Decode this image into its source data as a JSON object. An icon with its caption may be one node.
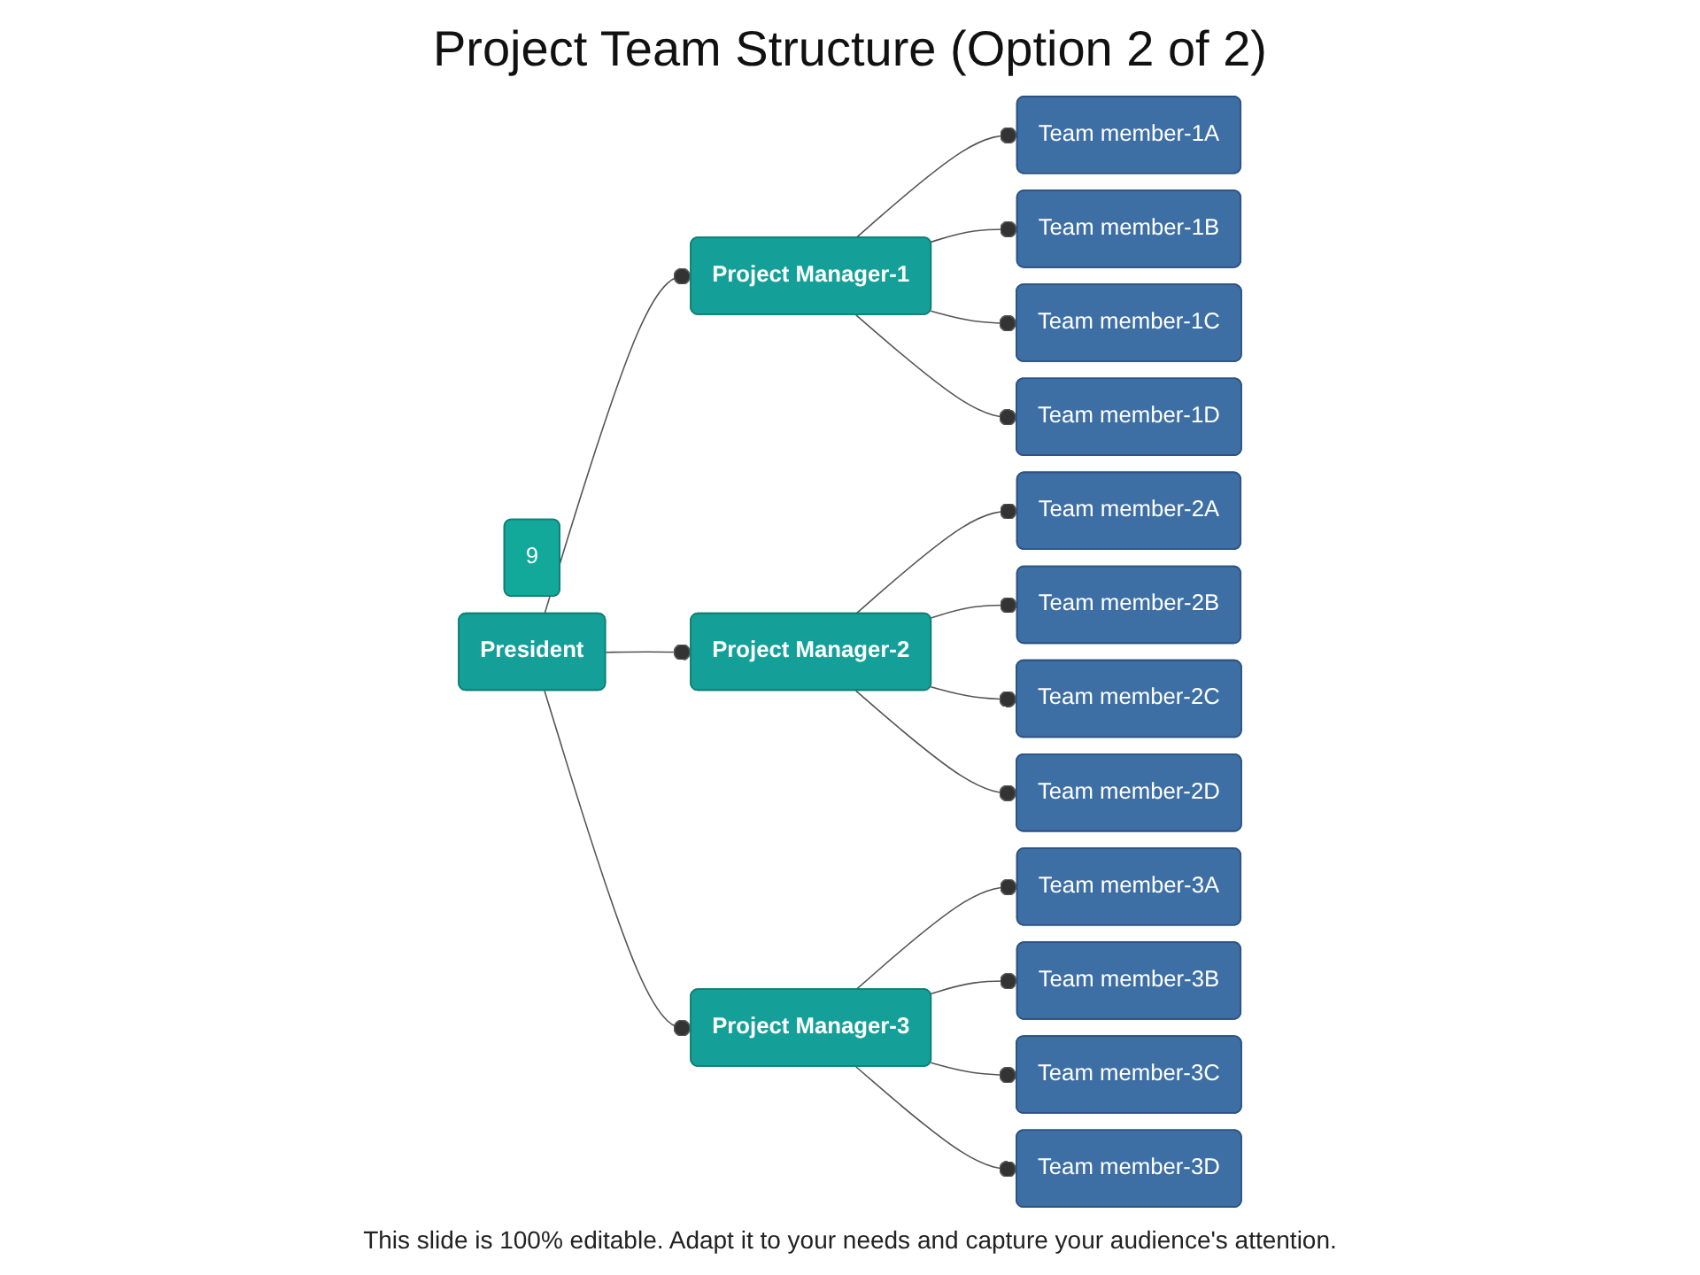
{
  "diagram": {
    "title": "Project Team Structure (Option 2 of 2)",
    "caption": "This slide is 100% editable. Adapt it to your needs and capture your audience's attention.",
    "nodes": [
      {
        "text": [
          "9"
        ]
      },
      {
        "text": [
          "President"
        ]
      },
      {
        "text": [
          "Project Manager-1"
        ]
      },
      {
        "text": [
          "Team member-1A"
        ]
      },
      {
        "text": [
          "Team member-1B"
        ]
      },
      {
        "text": [
          "Team member-1C"
        ]
      },
      {
        "text": [
          "Team member-1D"
        ]
      },
      {
        "text": [
          "Project Manager-2"
        ]
      },
      {
        "text": [
          "Team member-2A"
        ]
      },
      {
        "text": [
          "Team member-2B"
        ]
      },
      {
        "text": [
          "Team member-2C"
        ]
      },
      {
        "text": [
          "Team member-2D"
        ]
      },
      {
        "text": [
          "Project Manager-3"
        ]
      },
      {
        "text": [
          "Team member-3A"
        ]
      },
      {
        "text": [
          "Team member-3B"
        ]
      },
      {
        "text": [
          "Team member-3C"
        ]
      },
      {
        "text": [
          "Team member-3D"
        ]
      }
    ],
    "edges": [
      {
        "from": 1,
        "to": 2,
        "arrow": "other"
      },
      {
        "from": 1,
        "to": 7,
        "arrow": "other"
      },
      {
        "from": 1,
        "to": 12,
        "arrow": "other"
      },
      {
        "from": 2,
        "to": 3,
        "arrow": "other"
      },
      {
        "from": 2,
        "to": 4,
        "arrow": "other"
      },
      {
        "from": 2,
        "to": 5,
        "arrow": "other"
      },
      {
        "from": 2,
        "to": 6,
        "arrow": "other"
      },
      {
        "from": 7,
        "to": 8,
        "arrow": "other"
      },
      {
        "from": 7,
        "to": 9,
        "arrow": "other"
      },
      {
        "from": 7,
        "to": 10,
        "arrow": "other"
      },
      {
        "from": 7,
        "to": 11,
        "arrow": "other"
      },
      {
        "from": 12,
        "to": 13,
        "arrow": "other"
      },
      {
        "from": 12,
        "to": 14,
        "arrow": "other"
      },
      {
        "from": 12,
        "to": 15,
        "arrow": "other"
      },
      {
        "from": 12,
        "to": 16,
        "arrow": "other"
      }
    ]
  }
}
